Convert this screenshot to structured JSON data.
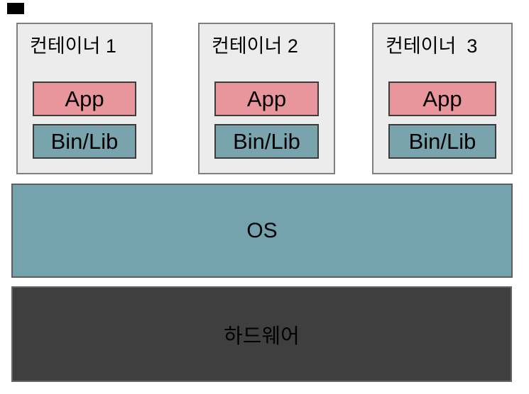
{
  "diagram": {
    "type": "container-architecture-stack",
    "background": "#ffffff"
  },
  "containers": [
    {
      "title": "컨테이너 1",
      "app_label": "App",
      "binlib_label": "Bin/Lib"
    },
    {
      "title": "컨테이너 2",
      "app_label": "App",
      "binlib_label": "Bin/Lib"
    },
    {
      "title": "컨테이너  3",
      "app_label": "App",
      "binlib_label": "Bin/Lib"
    }
  ],
  "os_layer": {
    "label": "OS"
  },
  "hardware_layer": {
    "label": "하드웨어"
  },
  "colors": {
    "container_background": "#ececec",
    "container_border": "#7f7f7f",
    "app_fill": "#e8959b",
    "binlib_fill": "#79a4ad",
    "inner_border": "#3c3c3c",
    "os_fill": "#74a3ad",
    "os_border": "#5e5e5e",
    "hardware_fill": "#3f3f3f",
    "text": "#000000"
  }
}
